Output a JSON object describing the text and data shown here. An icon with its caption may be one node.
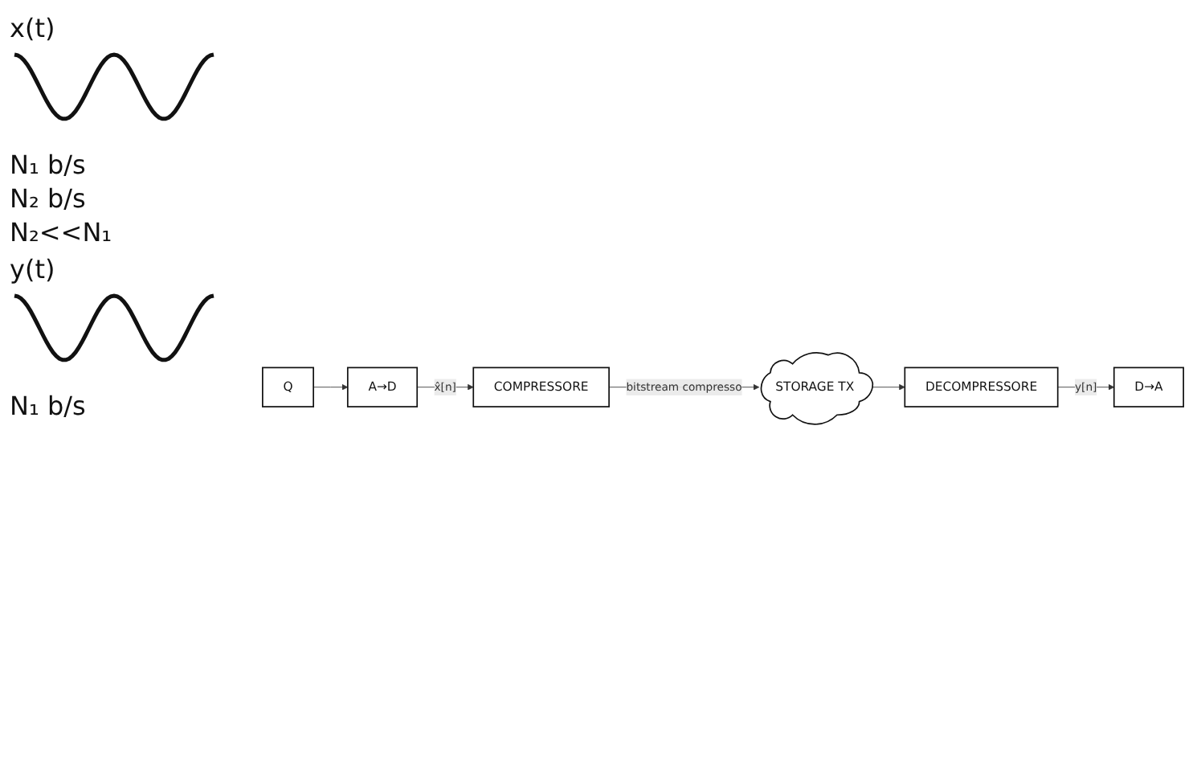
{
  "diagram": {
    "nodes": [
      {
        "text": [
          "A→D"
        ]
      },
      {
        "text": [
          "COMPRESSORE"
        ]
      },
      {
        "text": [
          "Q"
        ]
      },
      {
        "text": [
          "STORAGE TX"
        ]
      },
      {
        "text": [
          "DECOMPRESSORE"
        ]
      },
      {
        "text": [
          "D→A"
        ]
      }
    ],
    "edges": [
      {
        "from": 0,
        "to": 1,
        "arrow": "to",
        "label": "x̂[n]"
      },
      {
        "from": 2,
        "to": 0,
        "arrow": "to"
      },
      {
        "from": 1,
        "to": 3,
        "arrow": "to",
        "label": "bitstream compresso"
      },
      {
        "from": 3,
        "to": 4,
        "arrow": "to"
      },
      {
        "from": 4,
        "to": 5,
        "arrow": "to",
        "label": "y[n]"
      }
    ],
    "labels": [
      "x(t)",
      "N₁ b/s",
      "N₂ b/s",
      "N₂<<N₁",
      "y(t)",
      "N₁ b/s"
    ]
  }
}
